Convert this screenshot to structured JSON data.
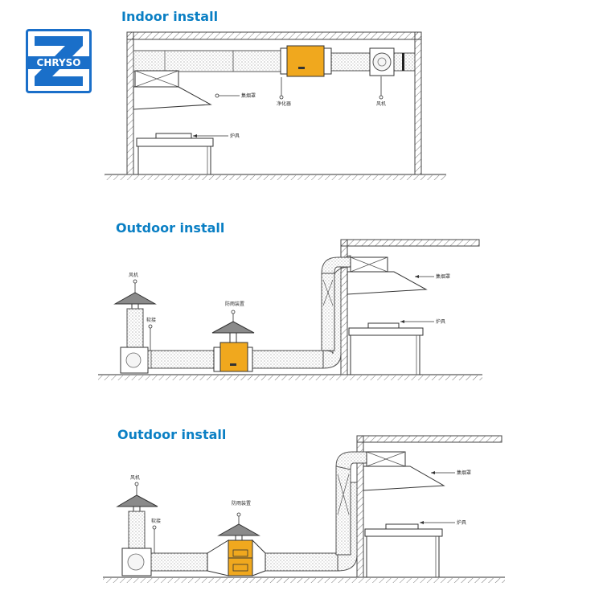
{
  "logo": {
    "text": "CHRYSO",
    "color": "#1a6fc9"
  },
  "accent_color": "#0a7fc4",
  "equipment_color": "#f0a81e",
  "sections": [
    {
      "heading": "Indoor install",
      "labels": {
        "hood": "集烟罩",
        "purifier": "净化器",
        "fan": "风机",
        "stove": "炉具"
      }
    },
    {
      "heading": "Outdoor install",
      "labels": {
        "fan": "风机",
        "connector": "软接",
        "rain_cover": "防雨装置",
        "hood": "集烟罩",
        "stove": "炉具"
      }
    },
    {
      "heading": "Outdoor install",
      "labels": {
        "fan": "风机",
        "connector": "软接",
        "rain_cover": "防雨装置",
        "hood": "集烟罩",
        "stove": "炉具"
      }
    }
  ]
}
